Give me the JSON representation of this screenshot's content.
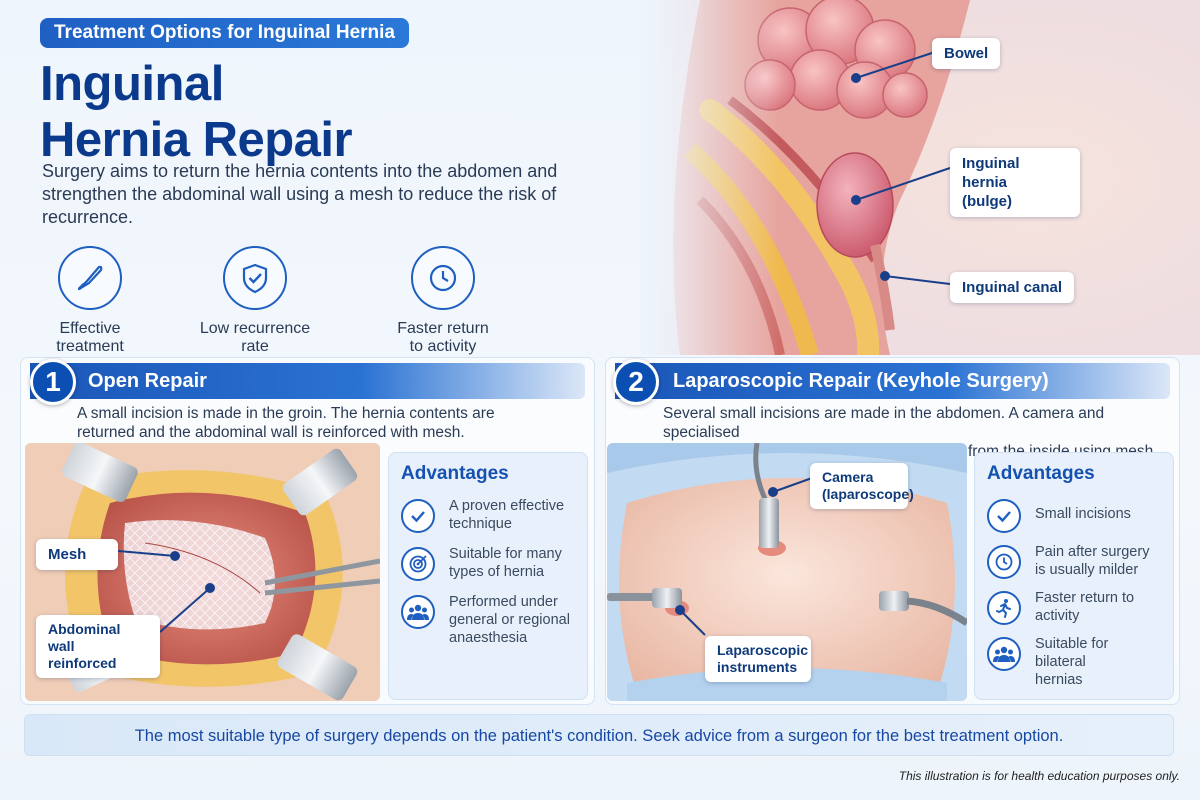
{
  "header": {
    "topic": "Treatment Options for Inguinal Hernia",
    "title_line1": "Inguinal",
    "title_line2": "Hernia Repair",
    "intro": "Surgery aims to return the hernia contents into the abdomen and strengthen the abdominal wall using a mesh to reduce the risk of recurrence."
  },
  "benefits": [
    {
      "icon": "scalpel-icon",
      "label_line1": "Effective",
      "label_line2": "treatment"
    },
    {
      "icon": "shield-check-icon",
      "label_line1": "Low recurrence",
      "label_line2": "rate"
    },
    {
      "icon": "clock-icon",
      "label_line1": "Faster return",
      "label_line2": "to activity"
    }
  ],
  "anatomy": {
    "bowel": "Bowel",
    "hernia_line1": "Inguinal hernia",
    "hernia_line2": "(bulge)",
    "canal": "Inguinal canal"
  },
  "open_repair": {
    "number": "1",
    "title": "Open Repair",
    "desc_line1": "A small incision is made in the groin. The hernia contents are",
    "desc_line2": "returned and the abdominal wall is reinforced with mesh.",
    "mesh_label": "Mesh",
    "wall_line1": "Abdominal wall",
    "wall_line2": "reinforced",
    "advantages_title": "Advantages",
    "advantages": [
      {
        "icon": "check-icon",
        "line1": "A proven effective",
        "line2": "technique",
        "line3": ""
      },
      {
        "icon": "target-icon",
        "line1": "Suitable for many",
        "line2": "types of hernia",
        "line3": ""
      },
      {
        "icon": "people-icon",
        "line1": "Performed under",
        "line2": "general or regional",
        "line3": "anaesthesia"
      }
    ]
  },
  "laparoscopic_repair": {
    "number": "2",
    "title": "Laparoscopic Repair (Keyhole Surgery)",
    "desc_line1": "Several small incisions are made in the abdomen. A camera and specialised",
    "desc_line2": "instruments are inserted to repair the hernia from the inside using mesh.",
    "camera_line1": "Camera",
    "camera_line2": "(laparoscope)",
    "instruments_line1": "Laparoscopic",
    "instruments_line2": "instruments",
    "advantages_title": "Advantages",
    "advantages": [
      {
        "icon": "check-icon",
        "line1": "Small incisions",
        "line2": ""
      },
      {
        "icon": "clock-icon",
        "line1": "Pain after surgery",
        "line2": "is usually milder"
      },
      {
        "icon": "running-person-icon",
        "line1": "Faster return to",
        "line2": "activity"
      },
      {
        "icon": "people-icon",
        "line1": "Suitable for bilateral",
        "line2": "hernias"
      }
    ]
  },
  "footer": {
    "advice": "The most suitable type of surgery depends on the patient's condition. Seek advice from a surgeon for the best treatment option.",
    "disclaimer": "This illustration is for health education purposes only."
  }
}
